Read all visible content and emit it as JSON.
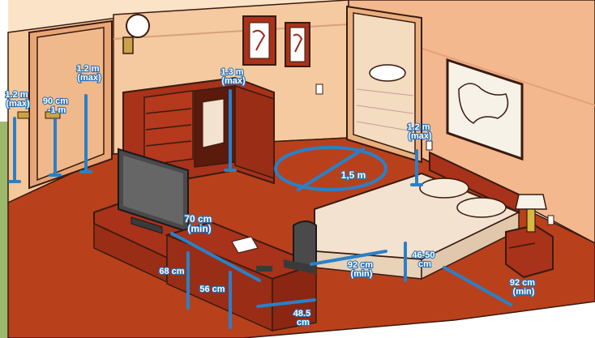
{
  "labels": {
    "door_handle": [
      "1.2 m",
      "(max)"
    ],
    "door_peephole": [
      "90 cm",
      "-1 m"
    ],
    "door_lock": [
      "1.2 m",
      "(max)"
    ],
    "wardrobe_rail": [
      "1.3 m",
      "(max)"
    ],
    "turning_circle": "1,5 m",
    "bedside_switch": [
      "1.2 m",
      "(max)"
    ],
    "desk_width": [
      "70 cm",
      "(min)"
    ],
    "desk_height": [
      "68 cm"
    ],
    "desk_knee": [
      "56 cm"
    ],
    "desk_depth": [
      "48.5",
      "cm"
    ],
    "bed_side": [
      "92 cm",
      "(min)"
    ],
    "bed_height": [
      "46-50",
      "cm"
    ],
    "bed_foot": [
      "92 cm",
      "(min)"
    ]
  },
  "colors": {
    "floor": "#b8411c",
    "wall_left": "#f4c89a",
    "wall_back": "#f6caa0",
    "wall_right": "#f3b88e",
    "ceiling": "#fbe3c8",
    "wood": "#a8321a",
    "dimension": "#2a80c8",
    "bed": "#f2e2cf"
  },
  "icons": [
    "wall-lamp-icon",
    "framed-picture-icon",
    "light-switch-icon",
    "table-lamp-icon"
  ]
}
